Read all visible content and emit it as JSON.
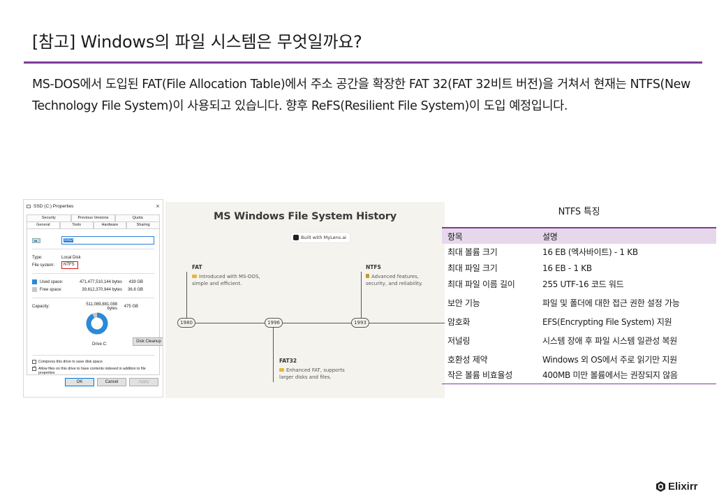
{
  "slide": {
    "title": "[참고] Windows의 파일 시스템은 무엇일까요?",
    "body": "MS-DOS에서 도입된 FAT(File Allocation Table)에서 주소 공간을 확장한 FAT 32(FAT 32비트 버전)을 거쳐서 현재는 NTFS(New Technology File System)이 사용되고 있습니다.  향후 ReFS(Resilient File System)이 도입 예정입니다."
  },
  "dialog": {
    "title": "SSD (C:) Properties",
    "close": "×",
    "tabs_top": [
      "Security",
      "Previous Versions",
      "Quota"
    ],
    "tabs_bottom": [
      "General",
      "Tools",
      "Hardware",
      "Sharing"
    ],
    "drive_name": "SSD",
    "type_label": "Type:",
    "type_value": "Local Disk",
    "fs_label": "File system:",
    "fs_value": "NTFS",
    "used_label": "Used space:",
    "used_bytes": "471,477,510,144 bytes",
    "used_gb": "439 GB",
    "used_fraction": 0.923,
    "free_label": "Free space:",
    "free_bytes": "39,612,370,944 bytes",
    "free_gb": "36.8 GB",
    "cap_label": "Capacity:",
    "cap_bytes": "511,089,881,088 bytes",
    "cap_gb": "475 GB",
    "drive_label": "Drive C:",
    "cleanup_label": "Disk Cleanup",
    "compress_label": "Compress this drive to save disk space",
    "index_label": "Allow files on this drive to have contents indexed in addition to file properties",
    "ok": "OK",
    "cancel": "Cancel",
    "apply": "Apply",
    "colors": {
      "used": "#2b8ad8",
      "free": "#c8c8c8"
    }
  },
  "timeline": {
    "title": "MS Windows File System History",
    "badge": "Built with MyLens.ai",
    "events": [
      {
        "name": "FAT",
        "year": "1980",
        "desc1": "Introduced with MS-DOS,",
        "desc2": "simple and efficient."
      },
      {
        "name": "FAT32",
        "year": "1996",
        "desc1": "Enhanced FAT, supports",
        "desc2": "larger disks and files."
      },
      {
        "name": "NTFS",
        "year": "1993",
        "desc1": "Advanced features,",
        "desc2": "security, and reliability."
      }
    ]
  },
  "ntfs_table": {
    "caption": "NTFS 특징",
    "headers": [
      "항목",
      "설명"
    ],
    "rows": [
      [
        "최대 볼륨 크기",
        "16 EB (엑사바이트) - 1 KB"
      ],
      [
        "최대 파일 크기",
        "16 EB - 1 KB"
      ],
      [
        "최대 파일 이름 길이",
        "255 UTF-16 코드 워드"
      ],
      [
        "보안 기능",
        "파일 및 폴더에 대한 접근 권한 설정 가능"
      ],
      [
        "암호화",
        "EFS(Encrypting File System) 지원"
      ],
      [
        "저널링",
        "시스템 장애 후 파일 시스템 일관성 복원"
      ],
      [
        "호환성 제약",
        "Windows 외 OS에서 주로 읽기만 지원"
      ],
      [
        "작은 볼륨 비효율성",
        "400MB 미만 볼륨에서는 권장되지 않음"
      ]
    ]
  },
  "brand": {
    "name": "Elixirr",
    "accent": "#7b3c97"
  }
}
